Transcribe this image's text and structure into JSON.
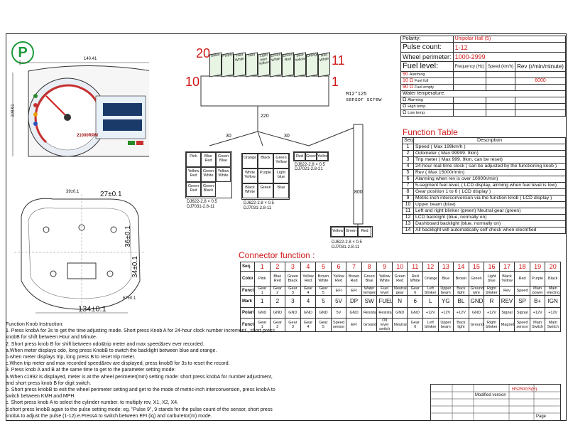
{
  "logo_letter": "P",
  "gauge": {
    "dim_top": "140.41",
    "dim_side": "108.61",
    "needle_label": "21000RPM"
  },
  "housing": {
    "dim_27": "27±0.1",
    "dim_36": "36±0.1",
    "dim_34": "34±0.1",
    "dim_134": "134±0.1",
    "dim_small1": "39±0.1",
    "dim_small2": "67±0.1"
  },
  "wiring": {
    "num_20": "20",
    "num_11": "11",
    "num_10": "10",
    "num_1": "1",
    "top_colors": [
      "Black",
      "Purple",
      "Red\nWhite",
      "Red",
      "Light\nblue\nYellow",
      "Green\nWhite",
      "Green\nRed",
      "Blue\nYellow",
      "Orange",
      "Red\nWhite"
    ],
    "main_len": "220",
    "left_len": "30",
    "right_len": "30",
    "sensor_len": "800",
    "sensor_label": "M12*125\nsensor screw",
    "left_conn": [
      "Pink",
      "Blue\nRed",
      "Green\nBlue",
      "Yellow\nRed",
      "Green\nWhite",
      "Yellow\nWhite",
      "Green\nRed",
      "Green\nBlack"
    ],
    "mid_conn": [
      "Orange",
      "Black",
      "Green\nYellow",
      "White\nYellow",
      "Purple",
      "Light\nblue",
      "Black\nWhite",
      "Green",
      "Blue"
    ],
    "right_conn": [
      "Red",
      "Green",
      "Yellow"
    ],
    "sensor_conn": [
      "Yellow",
      "Green",
      "Red"
    ],
    "terminal_a": "DJ622-2.8 × 0.5",
    "terminal_b": "DJ7031-2.8-11",
    "terminal_c": "DJ7021-2.8-21"
  },
  "spec_table": {
    "polarity_label": "Polarity:",
    "polarity_value": "Unipolar Hall (5)",
    "pulse_label": "Pulse count:",
    "pulse_value": "1-12",
    "wheel_label": "Wheel perimeter:",
    "wheel_value": "1000-2999",
    "fuel_label": "Fuel level:",
    "freq_label": "Frequency (Hz)",
    "speed_label": "Speed (km/h)",
    "rev_label": "Rev (r/min/minute)",
    "rev_value": "6000",
    "fuel_rows": [
      {
        "ohm": "90",
        "txt": "Alarming"
      },
      {
        "ohm": "10 Ω",
        "txt": "Fuel full"
      },
      {
        "ohm": "90 Ω",
        "txt": "Fuel empty"
      }
    ],
    "temp_label": "Water temperature:",
    "temp_rows": [
      {
        "ohm": "Ω",
        "txt": "Alarming"
      },
      {
        "ohm": "Ω",
        "txt": "High temp."
      },
      {
        "ohm": "Ω",
        "txt": "Low temp."
      }
    ]
  },
  "function_table": {
    "title": "Function Table",
    "col_seq": "Seq.",
    "col_desc": "Description",
    "rows": [
      {
        "n": "1",
        "d": "Speed ( Max 199km/h )"
      },
      {
        "n": "2",
        "d": "Odometer ( Max 99999. 9km)"
      },
      {
        "n": "3",
        "d": "Trip meter ( Max 999. 9km, can be reset)"
      },
      {
        "n": "4",
        "d": "24-hour real-time clock ( can be adjusted by the functioning knob )"
      },
      {
        "n": "5",
        "d": "Rev ( Max 15000r/min)"
      },
      {
        "n": "6",
        "d": "Alarming when rev is over 10000r/min)"
      },
      {
        "n": "7",
        "d": "5-segment fuel level, ( LCD display, alrming when fuel level is low)"
      },
      {
        "n": "8",
        "d": "Gear position 1 to 6 ( LCD display )"
      },
      {
        "n": "9",
        "d": "Metric-inch interconversion via the function knob ( LCD display )"
      },
      {
        "n": "10",
        "d": "Upper beam (blue)"
      },
      {
        "n": "11",
        "d": "Left and right blinker (green) Neutral gear (green)"
      },
      {
        "n": "12",
        "d": "LCD backlight (blue, normally on)"
      },
      {
        "n": "13",
        "d": "Dashboard backlight (blue, normally on)"
      },
      {
        "n": "14",
        "d": "All backlight will automatically self check when electrified"
      }
    ]
  },
  "connector": {
    "title": "Connector function :",
    "row_labels": [
      "Seq.",
      "Color",
      "Function",
      "Mark",
      "Polarity",
      "Function"
    ],
    "cols": [
      {
        "seq": "1",
        "color": "Pink",
        "func": "Gear 1",
        "mark": "1",
        "pol": "GND",
        "func2": "Gear 1"
      },
      {
        "seq": "2",
        "color": "Blue Red",
        "func": "Gear 2",
        "mark": "2",
        "pol": "GND",
        "func2": "Gear 2"
      },
      {
        "seq": "3",
        "color": "Green Black",
        "func": "Gear 3",
        "mark": "3",
        "pol": "GND",
        "func2": "Gear 3"
      },
      {
        "seq": "4",
        "color": "Yellow Red",
        "func": "Gear 4",
        "mark": "4",
        "pol": "GND",
        "func2": "Gear 4"
      },
      {
        "seq": "5",
        "color": "Brown White",
        "func": "Gear 5",
        "mark": "5",
        "pol": "GND",
        "func2": "Gear 5"
      },
      {
        "seq": "6",
        "color": "Yellow Red",
        "func": "EFI",
        "mark": "5V",
        "pol": "5V",
        "func2": "Speed sensor"
      },
      {
        "seq": "7",
        "color": "Brown Red",
        "func": "EFI",
        "mark": "DP",
        "pol": "GND",
        "func2": "EFI"
      },
      {
        "seq": "8",
        "color": "Green Blue",
        "func": "Water temperature",
        "mark": "SW",
        "pol": "Resistance",
        "func2": "Ground"
      },
      {
        "seq": "9",
        "color": "Yellow White",
        "func": "Fuel level",
        "mark": "FUEL",
        "pol": "Resistance",
        "func2": "Oil level switch"
      },
      {
        "seq": "10",
        "color": "Green Red",
        "func": "Neutral gear",
        "mark": "N",
        "pol": "GND",
        "func2": "Neutral"
      },
      {
        "seq": "11",
        "color": "Red White",
        "func": "Gear 6",
        "mark": "6",
        "pol": "GND",
        "func2": "Gear 6"
      },
      {
        "seq": "12",
        "color": "Orange",
        "func": "Left blinker",
        "mark": "L",
        "pol": "+12V",
        "func2": "Left blinker"
      },
      {
        "seq": "13",
        "color": "Blue",
        "func": "Upper beam",
        "mark": "YG",
        "pol": "+12V",
        "func2": "Upper beam"
      },
      {
        "seq": "14",
        "color": "Brown",
        "func": "Back light",
        "mark": "BL",
        "pol": "+12V",
        "func2": "Back light"
      },
      {
        "seq": "15",
        "color": "Green",
        "func": "Ground wire",
        "mark": "GND",
        "pol": "GND",
        "func2": "Ground"
      },
      {
        "seq": "16",
        "color": "Light blue",
        "func": "Right blinker",
        "mark": "R",
        "pol": "+12V",
        "func2": "Right blinker"
      },
      {
        "seq": "17",
        "color": "Black Yellow",
        "func": "Rev",
        "mark": "REV",
        "pol": "Signal",
        "func2": "Magneto"
      },
      {
        "seq": "18",
        "color": "Red",
        "func": "Speed",
        "mark": "SP",
        "pol": "Signal",
        "func2": "Speed sensor"
      },
      {
        "seq": "19",
        "color": "Purple",
        "func": "Main power",
        "mark": "B+",
        "pol": "+12V",
        "func2": "Main Switch"
      },
      {
        "seq": "20",
        "color": "Black",
        "func": "Main electrical",
        "mark": "IGN",
        "pol": "+12V",
        "func2": "Main Switch"
      }
    ]
  },
  "instructions": [
    "Function Knob Instruction:",
    "1. Press knobA for 3s to get the time adjusting mode. Short press Knob A for 24-hour clock number increment , short press",
    "knobB for shift between Hour and Minute.",
    "2. Short press knob B for shift between odo&trip meter and max speed&rev ever recorded.",
    "a.When meter displays odo, long press KnobB to switch the backlight between blue and orange.",
    "b.when meter displays trip, long press B to reset trip meter.",
    "c.When trip meter and max recorded speed&rev are displayed, press knobB for 3s to reset the record.",
    "3. Press knob A and B at the same time to get to the parameter setting mode:",
    "a.When c1992 is displayed, meter is at the wheel perimeter(mm) setting mode: short press knobA for number adjustment,",
    "and short press knob B for digit switch.",
    "b. Short press knobB to exit the wheel perimeter setting and get to the mode of metric-inch interconversion, press knobA to",
    "switch between KMH and MPH.",
    "c. Short press knob A to select the cylinder number. to multiply rev, X1, X2, X4.",
    "d.short press knobB again to the pulse setting mode: eg. \"Pulse 9\", 9 stands for the pulse count of the sensor, short press",
    "knobA to adjust the pulse (1-12).e.PressA to switch between EFI (iq) and carburetor(m) mode."
  ],
  "title_block": {
    "code": "HS250GS(H)",
    "mod": "Modified version",
    "page": "Page"
  }
}
